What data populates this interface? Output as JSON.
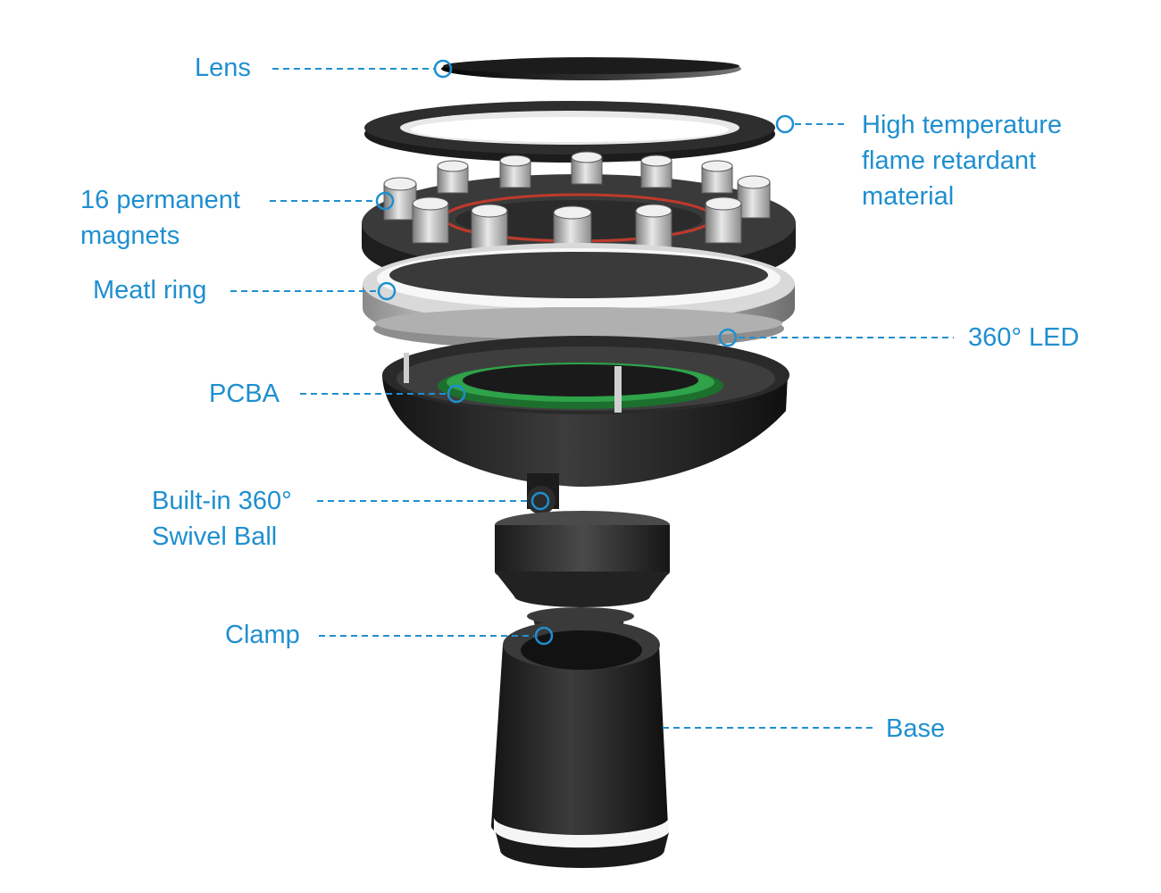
{
  "accent_color": "#1f8fd0",
  "labels": {
    "lens": [
      "Lens"
    ],
    "high_temp": [
      "High temperature",
      "flame retardant",
      "material"
    ],
    "magnets": [
      "16 permanent",
      "magnets"
    ],
    "metal_ring": [
      "Meatl ring"
    ],
    "led": [
      "360° LED"
    ],
    "pcba": [
      "PCBA"
    ],
    "swivel_ball": [
      "Built-in 360°",
      "Swivel Ball"
    ],
    "clamp": [
      "Clamp"
    ],
    "base": [
      "Base"
    ]
  }
}
